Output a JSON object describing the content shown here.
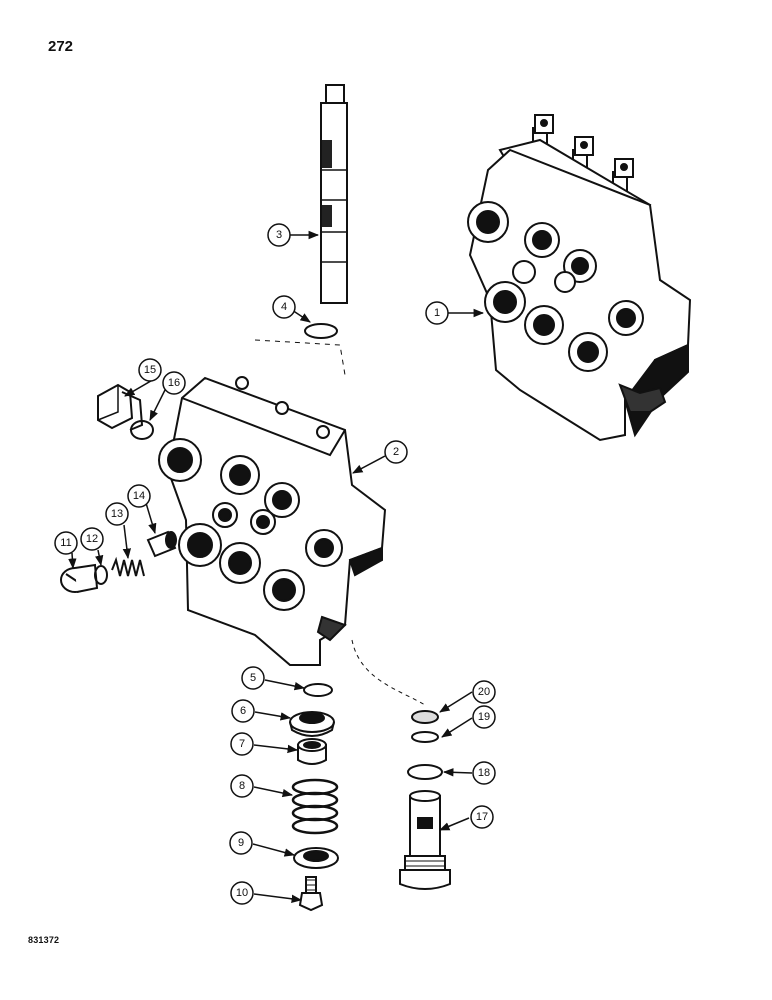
{
  "page": {
    "number": "272",
    "figure_id": "831372"
  },
  "callouts": [
    "1",
    "2",
    "3",
    "4",
    "5",
    "6",
    "7",
    "8",
    "9",
    "10",
    "11",
    "12",
    "13",
    "14",
    "15",
    "16",
    "17",
    "18",
    "19",
    "20"
  ]
}
